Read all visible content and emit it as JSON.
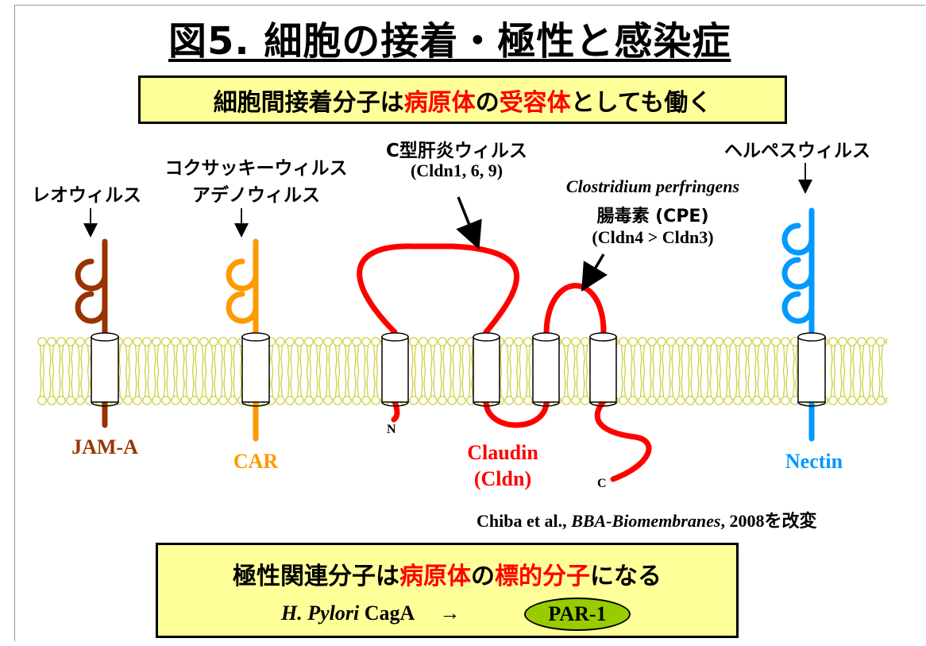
{
  "title": "図5. 細胞の接着・極性と感染症",
  "top_box": {
    "part1": "細胞間接着分子は",
    "part2": "病原体",
    "part3": "の",
    "part4": "受容体",
    "part5": "としても働く"
  },
  "viruses": {
    "reovirus": "レオウィルス",
    "coxsackie": "コクサッキーウィルス",
    "adeno": "アデノウィルス",
    "hepc": "C型肝炎ウィルス",
    "hepc_cldn": "(Cldn1, 6, 9)",
    "clostridium": "Clostridium perfringens",
    "cpe": "腸毒素 (CPE)",
    "cpe_cldn": "(Cldn4 > Cldn3)",
    "herpes": "ヘルペスウィルス"
  },
  "proteins": {
    "jam": "JAM-A",
    "car": "CAR",
    "claudin": "Claudin",
    "claudin_abbr": "(Cldn)",
    "nectin": "Nectin",
    "n_term": "N",
    "c_term": "C"
  },
  "citation": {
    "authors": "Chiba et al., ",
    "journal": "BBA-Biomembranes",
    "rest": ", 2008を改変"
  },
  "bottom_box": {
    "part1": "極性関連分子は",
    "part2": "病原体",
    "part3": "の",
    "part4": "標的分子",
    "part5": "になる",
    "organism": "H. Pylori",
    "gene": " CagA",
    "arrow": "→",
    "target": "PAR-1"
  },
  "colors": {
    "jam": "#993300",
    "car": "#ff9900",
    "claudin": "#ff0000",
    "nectin": "#0099ff",
    "membrane": "#cccc33",
    "box_fill": "#ffff99",
    "par_fill": "#99cc00"
  }
}
